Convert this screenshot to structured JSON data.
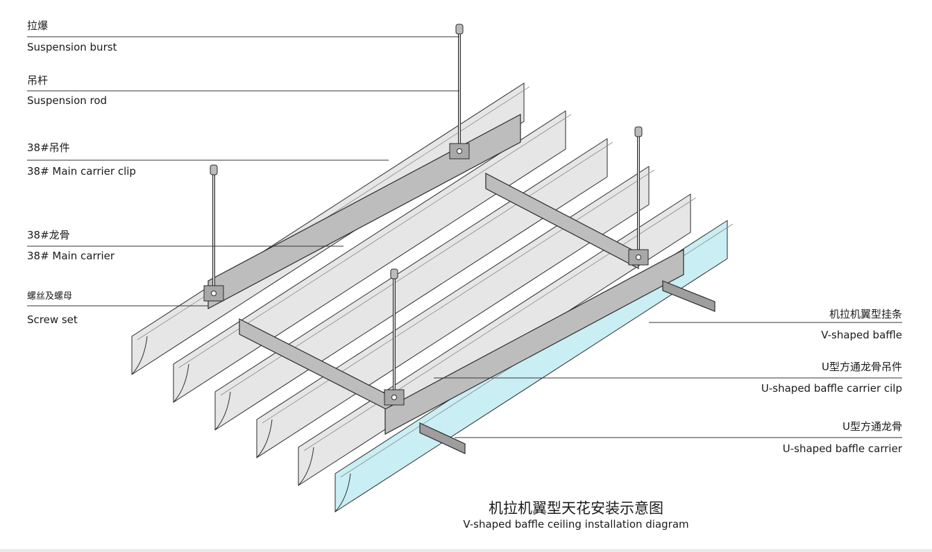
{
  "labels_left": [
    {
      "zh": "拉爆",
      "en": "Suspension burst"
    },
    {
      "zh": "吊杆",
      "en": "Suspension rod"
    },
    {
      "zh": "38#吊件",
      "en": "38# Main carrier clip"
    },
    {
      "zh": "38#龙骨",
      "en": "38# Main carrier"
    },
    {
      "zh": "螺丝及螺母",
      "en": "Screw set"
    }
  ],
  "labels_right": [
    {
      "zh": "机拉机翼型挂条",
      "en": "V-shaped baffle"
    },
    {
      "zh": "U型方通龙骨吊件",
      "en": "U-shaped baffle carrier cilp"
    },
    {
      "zh": "U型方通龙骨",
      "en": "U-shaped baffle carrier"
    }
  ],
  "caption": {
    "zh": "机拉机翼型天花安装示意图",
    "en": "V-shaped baffle ceiling installation diagram"
  },
  "colors": {
    "baffle": "#e6e6e6",
    "baffle_highlight": "#c9eef3",
    "carrier": "#bdbdbd",
    "outline": "#2a2a2a"
  }
}
